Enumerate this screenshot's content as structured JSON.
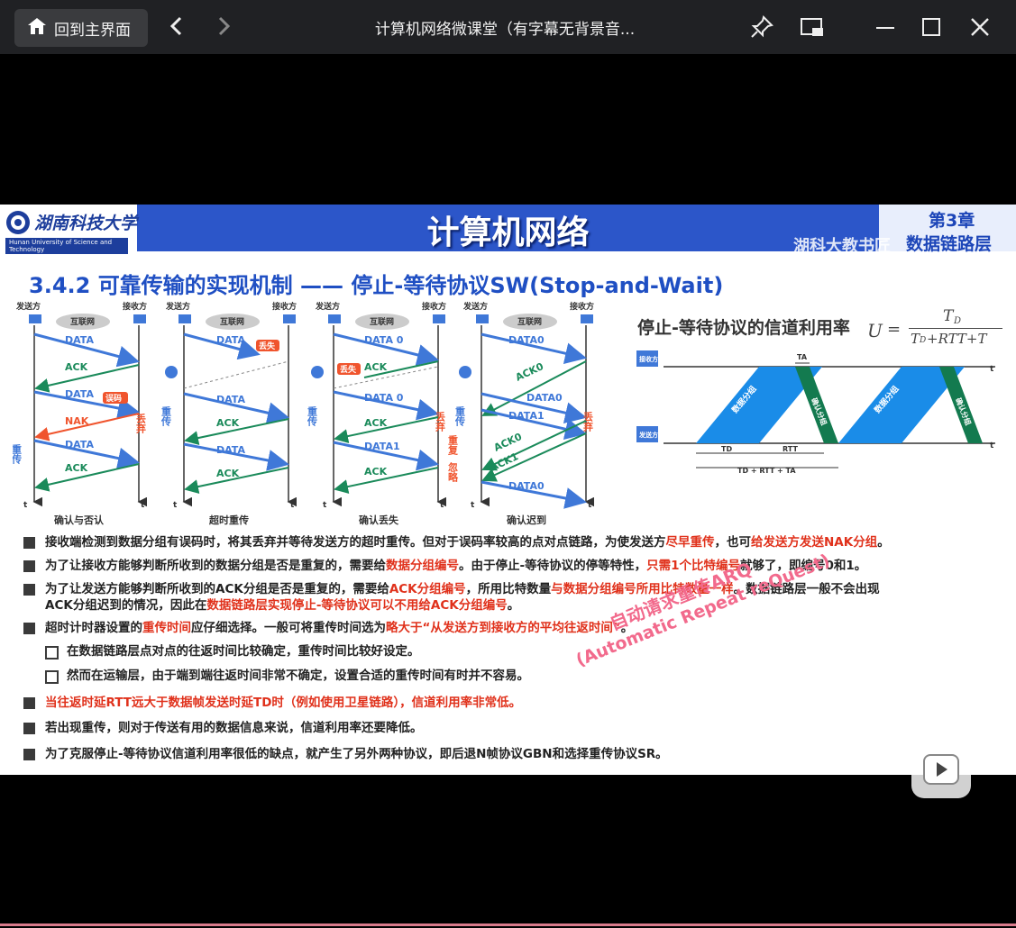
{
  "window": {
    "home_label": "回到主界面",
    "title": "计算机网络微课堂（有字幕无背景音...",
    "back_icon": "chevron-left-icon",
    "forward_icon": "chevron-right-icon"
  },
  "slide": {
    "logo_text": "湖南科技大学",
    "logo_sub": "Hunan University of Science and Technology",
    "main_title": "计算机网络",
    "chapter_line1": "第3章",
    "chapter_line2": "数据链路层",
    "watermark": "湖科大教书匠",
    "section_title": "3.4.2 可靠传输的实现机制 —— 停止-等待协议SW(Stop-and-Wait)",
    "diagrams": {
      "sender": "发送方",
      "receiver": "接收方",
      "internet": "互联网",
      "captions": [
        "确认与否认",
        "超时重传",
        "确认丢失",
        "确认迟到"
      ],
      "d1": {
        "data": "DATA",
        "ack": "ACK",
        "nak": "NAK",
        "resend": "重传",
        "discard": "丢弃",
        "error": "误码"
      },
      "d2": {
        "data": "DATA",
        "ack": "ACK",
        "lost": "丢失",
        "resend": "重传"
      },
      "d3": {
        "data0": "DATA 0",
        "data1": "DATA1",
        "ack": "ACK",
        "lost": "丢失",
        "resend": "重传",
        "discard": "丢弃"
      },
      "d4": {
        "data0": "DATA0",
        "data1": "DATA1",
        "ack0": "ACK0",
        "ack1": "ACK1",
        "resend": "重传",
        "discard": "丢弃",
        "dup": "重复",
        "ignore": "忽略"
      },
      "t": "t"
    },
    "utilization": {
      "label": "停止-等待协议的信道利用率",
      "formula_u": "U",
      "formula_eq": "=",
      "formula_num": "T",
      "formula_num_sub": "D",
      "formula_den": "T",
      "formula_den_rest": "+RTT+T",
      "receiver": "接收方",
      "sender": "发送方",
      "data_group": "数据分组",
      "ack_group": "确认分组",
      "ta": "TA",
      "td": "TD",
      "rtt": "RTT",
      "total": "TD + RTT + TA",
      "t": "t"
    },
    "bullets": [
      {
        "type": "solid",
        "parts": [
          [
            "接收端检测到数据分组有误码时，将其丢弃并等待发送方的超时重传。但对于误码率较高的点对点链路，为使发送方",
            ""
          ],
          [
            "尽早重传",
            "red"
          ],
          [
            "，也可",
            ""
          ],
          [
            "给发送方发送NAK分组",
            "red"
          ],
          [
            "。",
            ""
          ]
        ]
      },
      {
        "type": "solid",
        "parts": [
          [
            "为了让接收方能够判断所收到的数据分组是否是重复的，需要给",
            ""
          ],
          [
            "数据分组编号",
            "red"
          ],
          [
            "。由于停止-等待协议的停等特性，",
            ""
          ],
          [
            "只需1个比特编号",
            "red"
          ],
          [
            "就够了，即编号0和1。",
            ""
          ]
        ]
      },
      {
        "type": "solid",
        "parts": [
          [
            "为了让发送方能够判断所收到的ACK分组是否是重复的，需要给",
            ""
          ],
          [
            "ACK分组编号",
            "red"
          ],
          [
            "，所用比特数量",
            ""
          ],
          [
            "与数据分组编号所用比特数量一样",
            "red"
          ],
          [
            "。数据链路层一般不会出现",
            ""
          ]
        ],
        "line2": [
          [
            "ACK分组迟到的情况，因此在",
            ""
          ],
          [
            "数据链路层实现停止-等待协议可以不用给ACK分组编号",
            "red"
          ],
          [
            "。",
            ""
          ]
        ]
      },
      {
        "type": "solid",
        "parts": [
          [
            "超时计时器设置的",
            ""
          ],
          [
            "重传时间",
            "red"
          ],
          [
            "应仔细选择。一般可将重传时间选为",
            ""
          ],
          [
            "略大于“从发送方到接收方的平均往返时间”",
            "red"
          ],
          [
            "。",
            ""
          ]
        ]
      },
      {
        "type": "hollow",
        "parts": [
          [
            "在数据链路层点对点的往返时间比较确定，重传时间比较好设定。",
            ""
          ]
        ]
      },
      {
        "type": "hollow",
        "parts": [
          [
            "然而在运输层，由于端到端往返时间非常不确定，设置合适的重传时间有时并不容易。",
            ""
          ]
        ]
      },
      {
        "type": "solid",
        "parts": [
          [
            "当往返时延RTT远大于数据帧发送时延TD时（例如使用卫星链路），信道利用率非常低。",
            "red"
          ]
        ]
      },
      {
        "type": "solid",
        "parts": [
          [
            "若出现重传，则对于传送有用的数据信息来说，信道利用率还要降低。",
            ""
          ]
        ]
      },
      {
        "type": "solid",
        "parts": [
          [
            "为了克服停止-等待协议信道利用率很低的缺点，就产生了另外两种协议，即后退N帧协议GBN和选择重传协议SR。",
            ""
          ]
        ]
      }
    ],
    "stamp_line1": "自动请求重传ARQ",
    "stamp_line2": "(Automatic Repeat reQuest)"
  },
  "colors": {
    "accent": "#2c56c9",
    "red": "#e0311b",
    "green": "#1a8a5a",
    "arrow_blue": "#3f78d8"
  }
}
